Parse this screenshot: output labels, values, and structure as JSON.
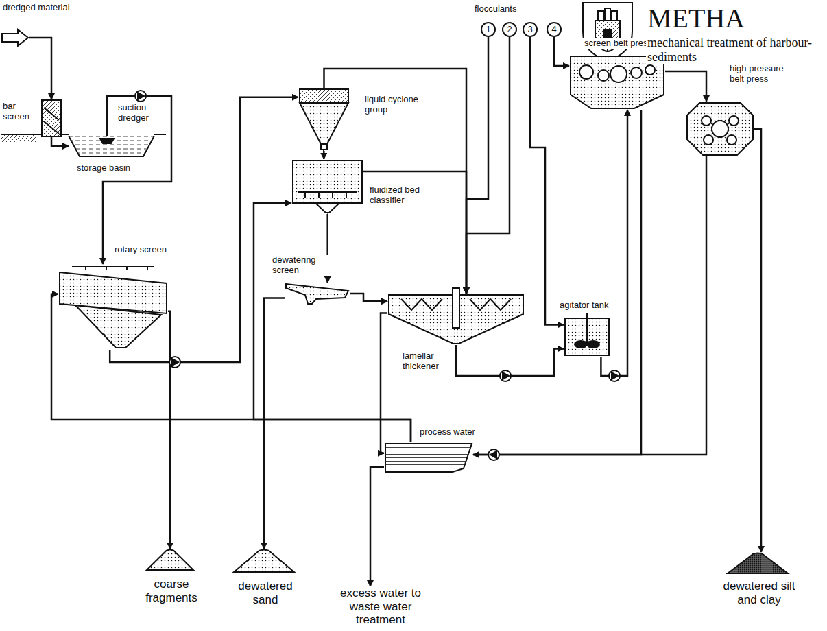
{
  "diagram": {
    "title": "METHA",
    "nodes": [
      {
        "text": [
          "dredged material"
        ]
      },
      {
        "text": [
          "bar screen"
        ]
      },
      {
        "text": [
          "storage basin"
        ]
      },
      {
        "text": [
          "suction dredger"
        ],
        "in": 2
      },
      {
        "text": [
          "liquid cyclone group"
        ]
      },
      {
        "text": [
          "rotary screen"
        ]
      },
      {
        "text": [
          "fluidized bed classifier"
        ]
      },
      {
        "text": [
          "1"
        ]
      },
      {
        "text": [
          "2"
        ]
      },
      {
        "text": [
          "3"
        ]
      },
      {
        "text": [
          "4"
        ]
      },
      {
        "text": [
          "screen belt press"
        ]
      },
      {
        "text": [
          "high pressure belt press"
        ]
      },
      {
        "text": [
          "dewatering screen"
        ]
      },
      {
        "text": [
          "lamellar thickener"
        ]
      },
      {
        "text": [
          "agitator tank"
        ]
      },
      {
        "text": [
          "process water"
        ]
      },
      {
        "text": [
          "coarse fragments"
        ]
      },
      {
        "text": [
          "dewatered sand"
        ]
      },
      {
        "text": [
          "excess water to waste water treatment"
        ]
      },
      {
        "text": [
          "dewatered silt and clay"
        ]
      }
    ],
    "edges": [
      {
        "from": 0,
        "to": 1,
        "arrow": "to"
      },
      {
        "from": 1,
        "to": 2,
        "arrow": "to"
      },
      {
        "from": 3,
        "to": 5,
        "arrow": "to"
      },
      {
        "from": 5,
        "to": 17,
        "arrow": "to"
      },
      {
        "from": 5,
        "to": 4,
        "arrow": "to"
      },
      {
        "from": 4,
        "to": 6,
        "arrow": "to"
      },
      {
        "from": 4,
        "to": 14,
        "arrow": "to"
      },
      {
        "from": 6,
        "to": 13,
        "arrow": "to"
      },
      {
        "from": 6,
        "to": 14,
        "arrow": "to"
      },
      {
        "from": 13,
        "to": 18,
        "arrow": "to"
      },
      {
        "from": 13,
        "to": 14,
        "arrow": "to"
      },
      {
        "from": 7,
        "to": 14,
        "arrow": "to"
      },
      {
        "from": 8,
        "to": 14,
        "arrow": "to"
      },
      {
        "from": 9,
        "to": 15,
        "arrow": "to"
      },
      {
        "from": 10,
        "to": 11,
        "arrow": "to"
      },
      {
        "from": 14,
        "to": 15,
        "arrow": "to"
      },
      {
        "from": 15,
        "to": 11,
        "arrow": "to"
      },
      {
        "from": 11,
        "to": 12,
        "arrow": "to"
      },
      {
        "from": 12,
        "to": 20,
        "arrow": "to"
      },
      {
        "from": 14,
        "to": 16,
        "arrow": "to"
      },
      {
        "from": 11,
        "to": 16,
        "arrow": "to"
      },
      {
        "from": 12,
        "to": 16,
        "arrow": "to"
      },
      {
        "from": 16,
        "to": 5,
        "arrow": "to"
      },
      {
        "from": 16,
        "to": 6,
        "arrow": "to"
      },
      {
        "from": 16,
        "to": 19,
        "arrow": "to"
      }
    ],
    "labels": [
      "flocculants",
      "mechanical treatment of harbour-sediments"
    ]
  }
}
